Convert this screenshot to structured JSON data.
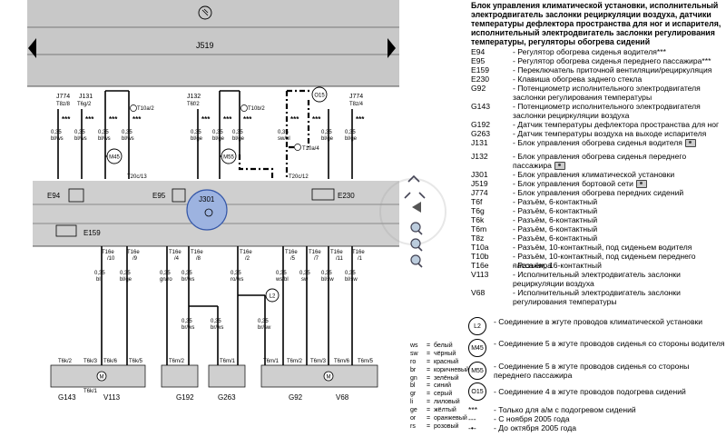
{
  "diagram": {
    "j519": "J519",
    "labels_top": {
      "j774a": "J774",
      "t8z8": "T8z/8",
      "j131": "J131",
      "t6g2": "T6g/2",
      "t10a2": "T10a/2",
      "j132": "J132",
      "t6f2": "T6f/2",
      "t10b2": "T10b/2",
      "o15": "O15",
      "j774b": "J774",
      "t8z4": "T8z/4",
      "t10a4": "T10a/4"
    },
    "wires_top": [
      {
        "size": "0,35",
        "col": "bl/ws"
      },
      {
        "size": "0,35",
        "col": "bl/ws"
      },
      {
        "size": "0,35",
        "col": "bl/ws"
      },
      {
        "size": "0,35",
        "col": "bl/ws"
      },
      {
        "size": "0,35",
        "col": "bl/ge"
      },
      {
        "size": "0,35",
        "col": "bl/ge"
      },
      {
        "size": "0,35",
        "col": "bl/ge"
      },
      {
        "size": "0,35",
        "col": "sw/bl"
      },
      {
        "size": "0,35",
        "col": "bl/ge"
      },
      {
        "size": "0,35",
        "col": "bl/ge"
      }
    ],
    "stars": "***",
    "m45": "M45",
    "m55": "M55",
    "t20c13": "T20c/13",
    "t20c12": "T20c/12",
    "e94": "E94",
    "e95": "E95",
    "j301": "J301",
    "e230": "E230",
    "e159": "E159",
    "t16e": "T16e",
    "pins_bottom": [
      "/10",
      "/9",
      "/4",
      "/8",
      "/2",
      "/5",
      "/7",
      "/11",
      "/1"
    ],
    "wires_bottom": [
      {
        "size": "0,35",
        "col": "bl"
      },
      {
        "size": "0,35",
        "col": "bl/ge"
      },
      {
        "size": "0,35",
        "col": "gn/ro"
      },
      {
        "size": "0,35",
        "col": "br/ws"
      },
      {
        "size": "0,35",
        "col": "ro/ws"
      },
      {
        "size": "0,35",
        "col": "ws/bl"
      },
      {
        "size": "0,35",
        "col": "sw"
      },
      {
        "size": "0,35",
        "col": "bl/sw"
      },
      {
        "size": "0,35",
        "col": "bl/sw"
      }
    ],
    "l2": "L2",
    "wires_lower": [
      {
        "size": "0,35",
        "col": "br/ws"
      },
      {
        "size": "0,35",
        "col": "br/ws"
      },
      {
        "size": "0,35",
        "col": "br/sw"
      }
    ],
    "conn_bottom": {
      "t6k2": "T6k/2",
      "t6k3": "T6k/3",
      "t6k6": "T6k/6",
      "t6k5": "T6k/5",
      "t6k1": "T6k/1",
      "t6m2a": "T6m/2",
      "t6m2b": "T6m/2",
      "t6m1a": "T6m/1",
      "t6m1b": "T6m/1",
      "t6m3": "T6m/3",
      "t6m6": "T6m/6",
      "t6m5": "T6m/5"
    },
    "comp_bottom": {
      "g143": "G143",
      "v113": "V113",
      "g192": "G192",
      "g263": "G263",
      "g92": "G92",
      "v68": "V68"
    },
    "m": "M"
  },
  "legend": {
    "title": "Блок управления климатической установки, исполнительный электродвигатель заслонки рециркуляции воздуха, датчики температуры дефлектора пространства для ног и испарителя, исполнительный электродвигатель заслонки регулирования температуры, регуляторы обогрева сидений",
    "components": [
      {
        "code": "E94",
        "desc": "Регулятор обогрева сиденья водителя***"
      },
      {
        "code": "E95",
        "desc": "Регулятор обогрева сиденья переднего пассажира***"
      },
      {
        "code": "E159",
        "desc": "Переключатель приточной вентиляции/рециркуляция"
      },
      {
        "code": "E230",
        "desc": "Клавиша обогрева заднего стекла"
      },
      {
        "code": "G92",
        "desc": "Потенциометр исполнительного электродвигателя заслонки регулирования температуры"
      },
      {
        "code": "G143",
        "desc": "Потенциометр исполнительного электродвигателя заслонки рециркуляции воздуха"
      },
      {
        "code": "G192",
        "desc": "Датчик температуры дефлектора пространства для ног"
      },
      {
        "code": "G263",
        "desc": "Датчик температуры воздуха на выходе испарителя"
      },
      {
        "code": "J131",
        "desc": "Блок управления обогрева сиденья водителя",
        "cam": true
      },
      {
        "code": "J132",
        "desc": "Блок управления обогрева сиденья переднего пассажира",
        "cam": true
      },
      {
        "code": "J301",
        "desc": "Блок управления климатической установки"
      },
      {
        "code": "J519",
        "desc": "Блок управления бортовой сети",
        "cam": true
      },
      {
        "code": "J774",
        "desc": "Блок управления обогрева передних сидений"
      },
      {
        "code": "T6f",
        "desc": "Разъём, 6-контактный"
      },
      {
        "code": "T6g",
        "desc": "Разъём, 6-контактный"
      },
      {
        "code": "T6k",
        "desc": "Разъём, 6-контактный"
      },
      {
        "code": "T6m",
        "desc": "Разъём, 6-контактный"
      },
      {
        "code": "T8z",
        "desc": "Разъём, 6-контактный"
      },
      {
        "code": "T10a",
        "desc": "Разъём, 10-контактный, под сиденьем водителя"
      },
      {
        "code": "T10b",
        "desc": "Разъём, 10-контактный, под сиденьем переднего пассажира"
      },
      {
        "code": "T16e",
        "desc": "Разъём, 16-контактный"
      },
      {
        "code": "V113",
        "desc": "Исполнительный электродвигатель заслонки рециркуляции воздуха"
      },
      {
        "code": "V68",
        "desc": "Исполнительный электродвигатель заслонки регулирования температуры"
      }
    ],
    "connections": [
      {
        "code": "L2",
        "desc": "Соединение в жгуте проводов климатической установки"
      },
      {
        "code": "M45",
        "desc": "Соединение 5 в жгуте проводов сиденья со стороны водителя"
      },
      {
        "code": "M55",
        "desc": "Соединение 5 в жгуте проводов сиденья со стороны переднего пассажира"
      },
      {
        "code": "O15",
        "desc": "Соединение 4 в жгуте проводов подогрева сидений"
      }
    ],
    "colors": [
      {
        "ab": "ws",
        "nm": "белый"
      },
      {
        "ab": "sw",
        "nm": "чёрный"
      },
      {
        "ab": "ro",
        "nm": "красный"
      },
      {
        "ab": "br",
        "nm": "коричневый"
      },
      {
        "ab": "gn",
        "nm": "зелёный"
      },
      {
        "ab": "bl",
        "nm": "синий"
      },
      {
        "ab": "gr",
        "nm": "серый"
      },
      {
        "ab": "li",
        "nm": "лиловый"
      },
      {
        "ab": "ge",
        "nm": "жёлтый"
      },
      {
        "ab": "or",
        "nm": "оранжевый"
      },
      {
        "ab": "rs",
        "nm": "розовый"
      }
    ],
    "notes": [
      {
        "sym": "***",
        "desc": "Только для а/м с подогревом сидений"
      },
      {
        "sym": "---",
        "desc": "С ноября 2005 года"
      },
      {
        "sym": "-•-",
        "desc": "До октября 2005 года"
      }
    ]
  }
}
